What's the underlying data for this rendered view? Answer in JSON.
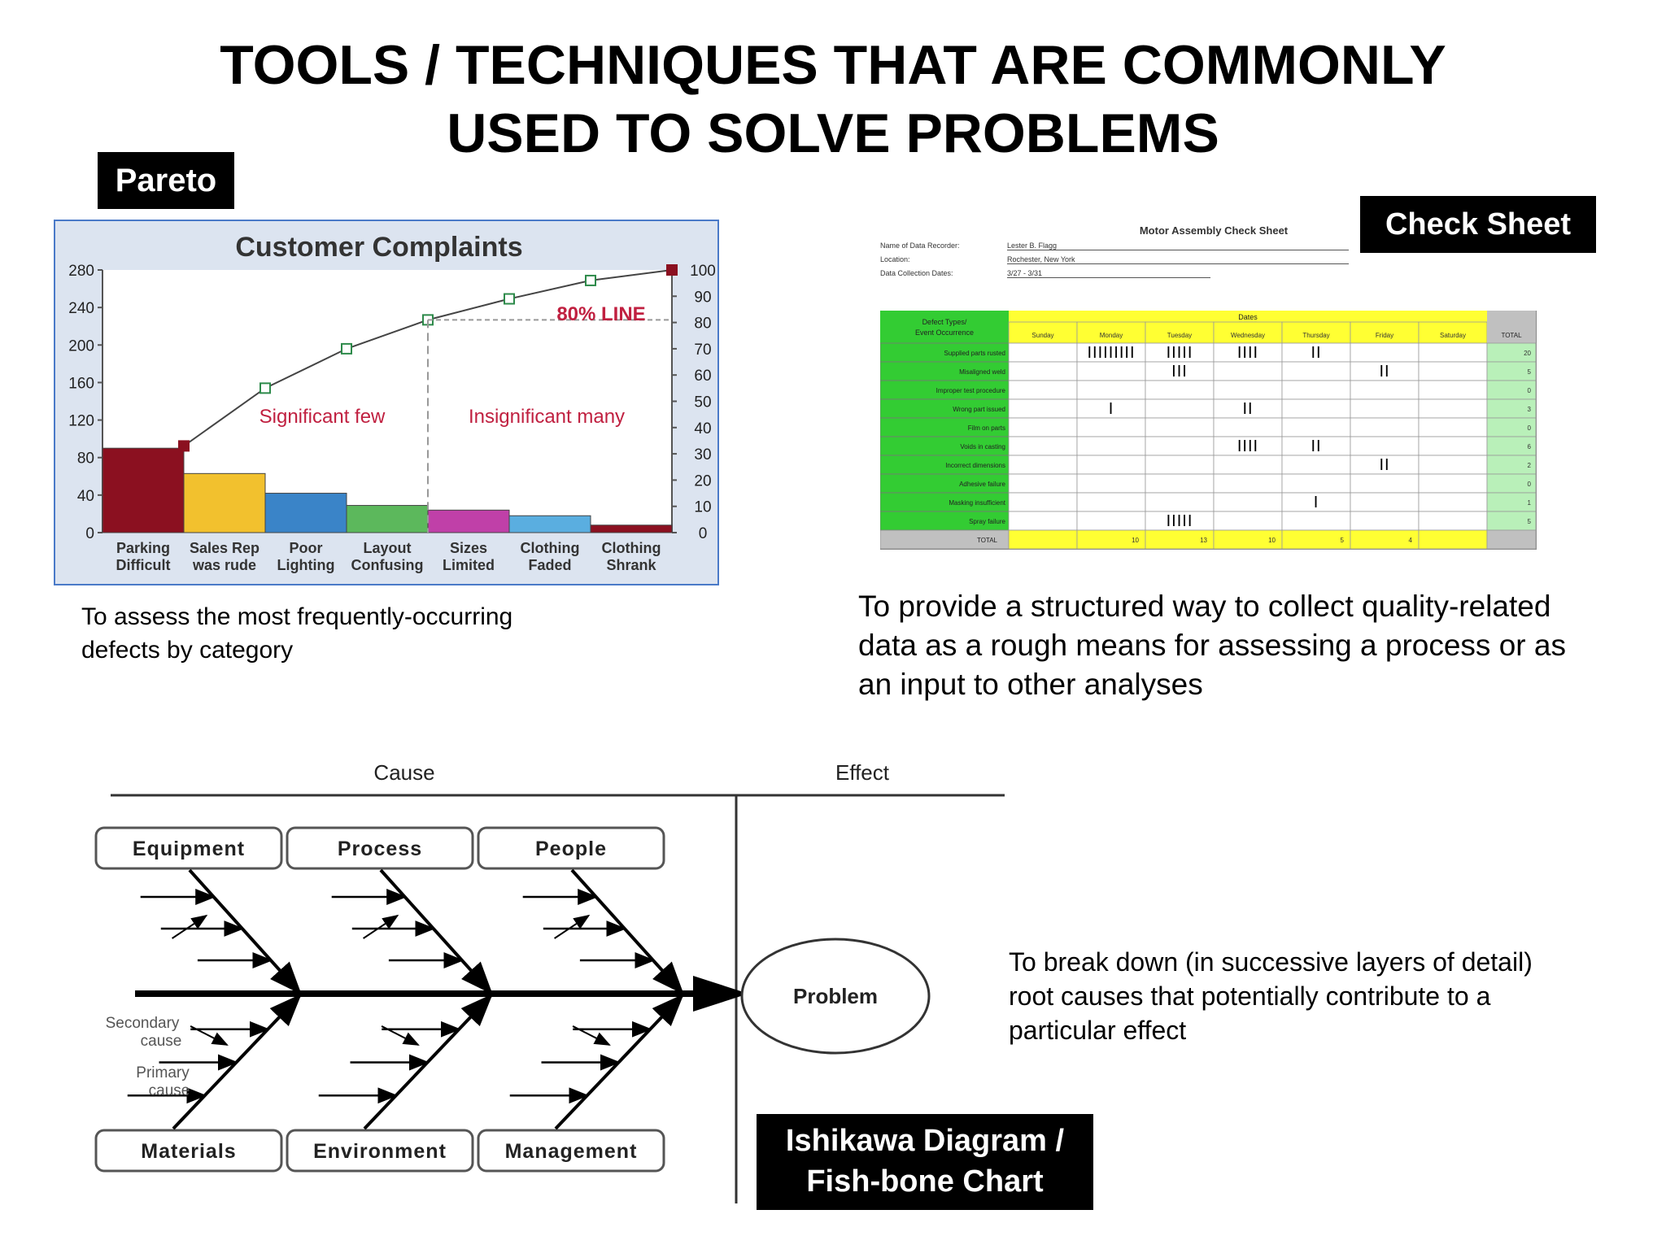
{
  "title": {
    "line1": "TOOLS / TECHNIQUES THAT ARE COMMONLY",
    "line2": "USED TO SOLVE PROBLEMS"
  },
  "pareto": {
    "label": "Pareto",
    "description_line1": "To assess the most frequently-occurring",
    "description_line2": "defects by category",
    "annotations": {
      "eighty_line": "80% LINE",
      "significant": "Significant few",
      "insignificant": "Insignificant many"
    }
  },
  "chart_data": {
    "type": "bar",
    "title": "Customer Complaints",
    "categories": [
      [
        "Parking",
        "Difficult"
      ],
      [
        "Sales Rep",
        "was rude"
      ],
      [
        "Poor",
        "Lighting"
      ],
      [
        "Layout",
        "Confusing"
      ],
      [
        "Sizes",
        "Limited"
      ],
      [
        "Clothing",
        "Faded"
      ],
      [
        "Clothing",
        "Shrank"
      ]
    ],
    "values": [
      90,
      63,
      42,
      29,
      24,
      18,
      8
    ],
    "cumulative_percent": [
      33,
      55,
      70,
      81,
      89,
      96,
      100
    ],
    "ylim": [
      0,
      280
    ],
    "y_ticks": [
      "0",
      "40",
      "80",
      "120",
      "160",
      "200",
      "240",
      "280"
    ],
    "y2lim": [
      0,
      100
    ],
    "y2_ticks": [
      "0",
      "10",
      "20",
      "30",
      "40",
      "50",
      "60",
      "70",
      "80",
      "90",
      "100"
    ],
    "bar_colors": [
      "#8b1020",
      "#f2c12e",
      "#3a84c8",
      "#5cb85c",
      "#c040a8",
      "#5aaee0",
      "#8b1020"
    ],
    "grid": false
  },
  "check_sheet": {
    "label": "Check Sheet",
    "title": "Motor Assembly Check Sheet",
    "meta": [
      {
        "key": "Name of Data Recorder:",
        "value": "Lester B. Flagg"
      },
      {
        "key": "Location:",
        "value": "Rochester, New York"
      },
      {
        "key": "Data Collection Dates:",
        "value": "3/27 - 3/31"
      }
    ],
    "header_left": [
      "Defect Types/",
      "Event Occurrence"
    ],
    "header_dates": "Dates",
    "days": [
      "Sunday",
      "Monday",
      "Tuesday",
      "Wednesday",
      "Thursday",
      "Friday",
      "Saturday"
    ],
    "total_label": "TOTAL",
    "rows": [
      {
        "name": "Supplied parts rusted",
        "marks": [
          "",
          "IIIIIIIII",
          "IIIII",
          "IIII",
          "II",
          "",
          ""
        ],
        "total": "20"
      },
      {
        "name": "Misaligned weld",
        "marks": [
          "",
          "",
          "III",
          "",
          "",
          "II",
          ""
        ],
        "total": "5"
      },
      {
        "name": "Improper test procedure",
        "marks": [
          "",
          "",
          "",
          "",
          "",
          "",
          ""
        ],
        "total": "0"
      },
      {
        "name": "Wrong part issued",
        "marks": [
          "",
          "I",
          "",
          "II",
          "",
          "",
          ""
        ],
        "total": "3"
      },
      {
        "name": "Film on parts",
        "marks": [
          "",
          "",
          "",
          "",
          "",
          "",
          ""
        ],
        "total": "0"
      },
      {
        "name": "Voids in casting",
        "marks": [
          "",
          "",
          "",
          "IIII",
          "II",
          "",
          ""
        ],
        "total": "6"
      },
      {
        "name": "Incorrect dimensions",
        "marks": [
          "",
          "",
          "",
          "",
          "",
          "II",
          ""
        ],
        "total": "2"
      },
      {
        "name": "Adhesive failure",
        "marks": [
          "",
          "",
          "",
          "",
          "",
          "",
          ""
        ],
        "total": "0"
      },
      {
        "name": "Masking insufficient",
        "marks": [
          "",
          "",
          "",
          "",
          "I",
          "",
          ""
        ],
        "total": "1"
      },
      {
        "name": "Spray failure",
        "marks": [
          "",
          "",
          "IIIII",
          "",
          "",
          "",
          ""
        ],
        "total": "5"
      }
    ],
    "day_totals": [
      "",
      "10",
      "13",
      "10",
      "5",
      "4",
      ""
    ],
    "description_line1": "To provide a structured way to collect quality-related",
    "description_line2": "data as a rough means for assessing a process or as",
    "description_line3": "an input to other analyses",
    "colors": {
      "green": "#33cc33",
      "yellow": "#ffff33",
      "gray": "#c0c0c0",
      "light_green": "#b9f0b9"
    }
  },
  "fishbone": {
    "label_line1": "Ishikawa Diagram /",
    "label_line2": "Fish-bone Chart",
    "cause": "Cause",
    "effect": "Effect",
    "top_categories": [
      "Equipment",
      "Process",
      "People"
    ],
    "bottom_categories": [
      "Materials",
      "Environment",
      "Management"
    ],
    "problem": "Problem",
    "secondary_line1": "Secondary",
    "secondary_line2": "cause",
    "primary_line1": "Primary",
    "primary_line2": "cause",
    "description_line1": "To break down (in successive layers of detail)",
    "description_line2": "root causes that potentially contribute to a",
    "description_line3": "particular effect"
  }
}
